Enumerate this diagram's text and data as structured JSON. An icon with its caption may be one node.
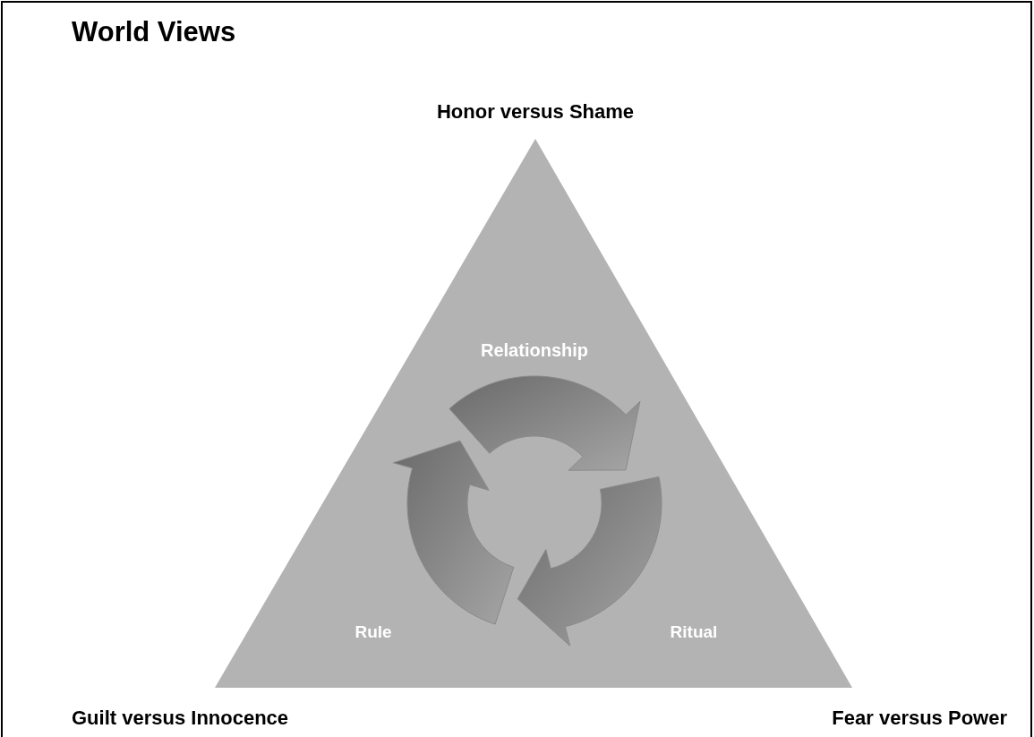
{
  "diagram": {
    "title": "World Views",
    "labels": [
      "Honor versus Shame",
      "Relationship",
      "Rule",
      "Ritual",
      "Guilt versus Innocence",
      "Fear versus Power"
    ]
  }
}
